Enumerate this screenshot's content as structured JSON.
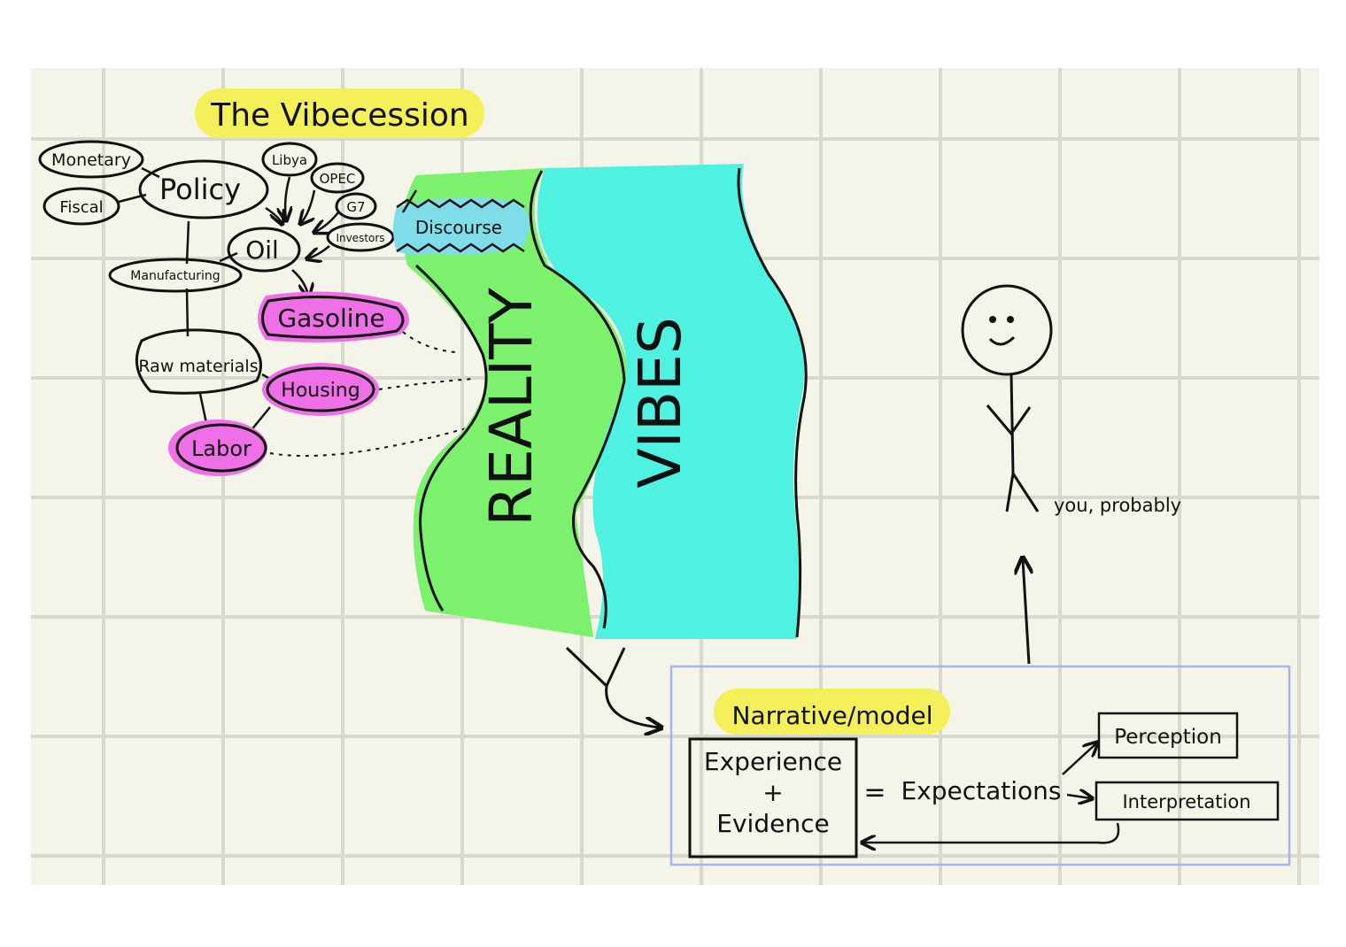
{
  "title": "The Vibecession",
  "nodes": {
    "monetary": "Monetary",
    "fiscal": "Fiscal",
    "policy": "Policy",
    "libya": "Libya",
    "opec": "OPEC",
    "g7": "G7",
    "investors": "Investors",
    "oil": "Oil",
    "manufacturing": "Manufacturing",
    "gasoline": "Gasoline",
    "raw_materials": "Raw materials",
    "housing": "Housing",
    "labor": "Labor",
    "discourse": "Discourse"
  },
  "bands": {
    "reality": "REALITY",
    "vibes": "VIBES"
  },
  "figure_caption": "you, probably",
  "model": {
    "heading": "Narrative/model",
    "experience": "Experience",
    "plus": "+",
    "evidence": "Evidence",
    "equals": "=",
    "expectations": "Expectations",
    "perception": "Perception",
    "interpretation": "Interpretation"
  },
  "colors": {
    "paper": "#f5f4e9",
    "grid": "#d9d8cc",
    "highlight_yellow": "#f3f05a",
    "magenta": "#ee6fe6",
    "green": "#7cf16e",
    "cyan": "#4ff2e0",
    "box_outline": "#aab3f0"
  }
}
